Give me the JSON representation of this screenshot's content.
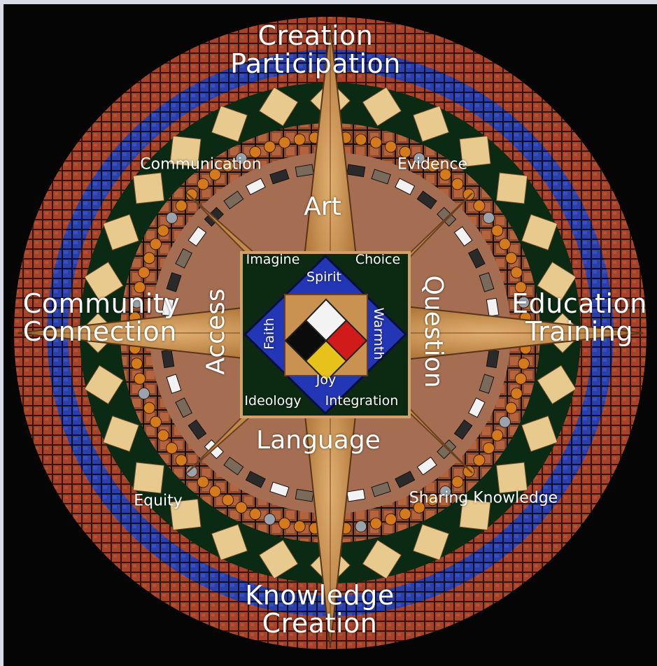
{
  "outer_labels": {
    "top": [
      "Creation",
      "Participation"
    ],
    "left": [
      "Community",
      "Connection"
    ],
    "right": [
      "Education",
      "Training"
    ],
    "bottom": [
      "Knowledge",
      "Creation"
    ]
  },
  "diagonal_labels": {
    "top_left": "Communication",
    "top_right": "Evidence",
    "bottom_left": "Equity",
    "bottom_right": "Sharing Knowledge"
  },
  "star_labels": {
    "top": "Art",
    "left": "Access",
    "right": "Question",
    "bottom": "Language"
  },
  "square_corner_labels": {
    "top_left": "Imagine",
    "top_right": "Choice",
    "bottom_left": "Ideology",
    "bottom_right": "Integration"
  },
  "diamond_labels": {
    "top": "Spirit",
    "left": "Faith",
    "right": "Warmth",
    "bottom": "Joy"
  },
  "colors": {
    "background": "#050505",
    "frame": "#d9dbe7",
    "terracotta": "#a5432a",
    "cobalt": "#2b3fa8",
    "cream": "#e8c98e",
    "amber": "#d27a1c",
    "wood": "#c99250",
    "center_square": "#0c2a12",
    "diamond": "#2336b6",
    "text": "#ffffff"
  },
  "center_medicine_wheel": [
    "white",
    "red",
    "black",
    "yellow"
  ]
}
